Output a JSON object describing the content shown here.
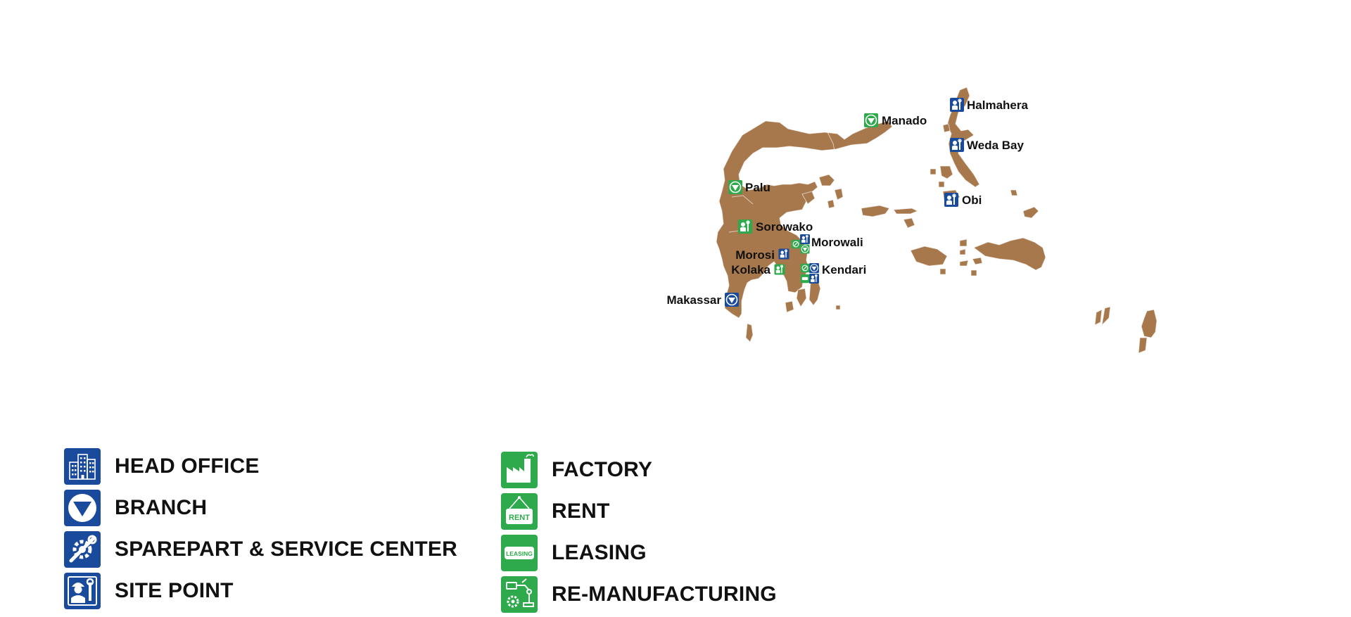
{
  "colors": {
    "land": "#a8784d",
    "blue_marker": "#1a4a9c",
    "green_marker": "#2eaa4c",
    "text": "#111111",
    "background": "#ffffff"
  },
  "map": {
    "places": [
      {
        "name": "Manado",
        "icons": [
          "branch-icon"
        ]
      },
      {
        "name": "Halmahera",
        "icons": [
          "site-point-icon"
        ]
      },
      {
        "name": "Weda Bay",
        "icons": [
          "site-point-icon"
        ]
      },
      {
        "name": "Obi",
        "icons": [
          "site-point-icon"
        ]
      },
      {
        "name": "Palu",
        "icons": [
          "branch-icon"
        ]
      },
      {
        "name": "Sorowako",
        "icons": [
          "site-point-icon"
        ]
      },
      {
        "name": "Morowali",
        "icons": [
          "site-point-icon",
          "branch-icon",
          "rent-icon"
        ]
      },
      {
        "name": "Morosi",
        "icons": [
          "site-point-icon"
        ]
      },
      {
        "name": "Kolaka",
        "icons": [
          "site-point-icon"
        ]
      },
      {
        "name": "Kendari",
        "icons": [
          "branch-icon",
          "site-point-icon",
          "rent-icon",
          "leasing-icon"
        ]
      },
      {
        "name": "Makassar",
        "icons": [
          "branch-icon"
        ]
      }
    ]
  },
  "legend": {
    "left": [
      {
        "label": "HEAD OFFICE",
        "icon": "head-office-icon"
      },
      {
        "label": "BRANCH",
        "icon": "branch-icon"
      },
      {
        "label": "SPAREPART & SERVICE CENTER",
        "icon": "sparepart-service-icon"
      },
      {
        "label": "SITE POINT",
        "icon": "site-point-icon"
      }
    ],
    "right": [
      {
        "label": "FACTORY",
        "icon": "factory-icon"
      },
      {
        "label": "RENT",
        "icon": "rent-icon"
      },
      {
        "label": "LEASING",
        "icon": "leasing-icon"
      },
      {
        "label": "RE-MANUFACTURING",
        "icon": "re-manufacturing-icon"
      }
    ],
    "rent_badge_text": "RENT",
    "leasing_badge_text": "LEASING"
  }
}
